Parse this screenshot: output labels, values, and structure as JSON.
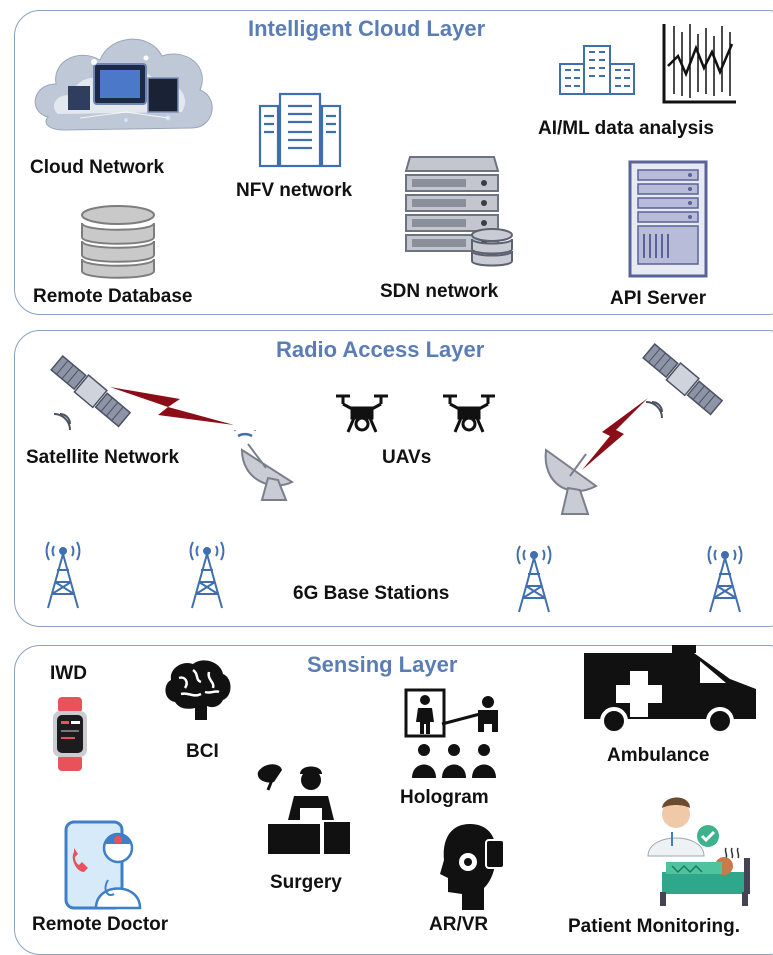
{
  "layers": {
    "cloud": {
      "title": "Intelligent Cloud Layer"
    },
    "radio": {
      "title": "Radio Access Layer"
    },
    "sensing": {
      "title": "Sensing Layer"
    }
  },
  "cloud_items": {
    "cloud_network": "Cloud Network",
    "remote_database": "Remote Database",
    "nfv_network": "NFV network",
    "sdn_network": "SDN network",
    "ai_ml": "AI/ML data analysis",
    "api_server": "API Server"
  },
  "radio_items": {
    "satellite_network": "Satellite Network",
    "uavs": "UAVs",
    "base_stations": "6G Base Stations"
  },
  "sensing_items": {
    "iwd": "IWD",
    "bci": "BCI",
    "hologram": "Hologram",
    "ambulance": "Ambulance",
    "surgery": "Surgery",
    "remote_doctor": "Remote Doctor",
    "ar_vr": "AR/VR",
    "patient_monitoring": "Patient Monitoring."
  },
  "colors": {
    "accent": "#5b7db5",
    "border": "#8aa2bf",
    "icon_blue": "#3f6fb0",
    "lightning": "#8b0d17"
  }
}
